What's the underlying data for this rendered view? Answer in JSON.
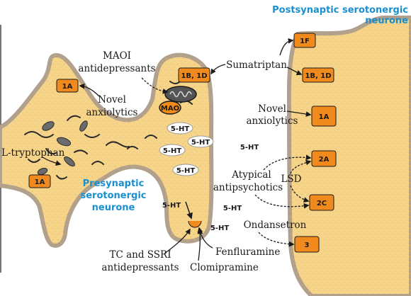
{
  "colors": {
    "neuron_fill": "#f6d58a",
    "neuron_fill_deep": "#f0c66a",
    "neuron_outline": "#a89a8a",
    "receptor_fill": "#f08a1c",
    "title_blue": "#1a8fd0",
    "mao_fill": "#f08a1c"
  },
  "titles": {
    "postsynaptic_line1": "Postsynaptic serotonergic",
    "postsynaptic_line2": "neurone",
    "presynaptic_line1": "Presynaptic",
    "presynaptic_line2": "serotonergic",
    "presynaptic_line3": "neurone"
  },
  "labels": {
    "maoi_line1": "MAOI",
    "maoi_line2": "antidepressants",
    "novel_left_line1": "Novel",
    "novel_left_line2": "anxiolytics",
    "sumatriptan": "Sumatriptan",
    "novel_right_line1": "Novel",
    "novel_right_line2": "anxiolytics",
    "ltryptophan": "L-tryptophan",
    "atypical_line1": "Atypical",
    "atypical_line2": "antipsychotics",
    "lsd": "LSD",
    "ondansetron": "Ondansetron",
    "fenfluramine": "Fenfluramine",
    "clomipramine": "Clomipramine",
    "tc_line1": "TC and SSRI",
    "tc_line2": "antidepressants"
  },
  "receptors": {
    "pre_1a_top": "1A",
    "pre_1b1d": "1B, 1D",
    "pre_1a_bottom": "1A",
    "post_1f": "1F",
    "post_1b1d": "1B, 1D",
    "post_1a": "1A",
    "post_2a": "2A",
    "post_2c": "2C",
    "post_3": "3"
  },
  "mao": "MAO",
  "serotonin": {
    "v1": "5-HT",
    "v2": "5-HT",
    "v3": "5-HT",
    "v4": "5-HT",
    "free1": "5-HT",
    "free2": "5-HT",
    "free3": "5-HT",
    "free4": "5-HT"
  }
}
